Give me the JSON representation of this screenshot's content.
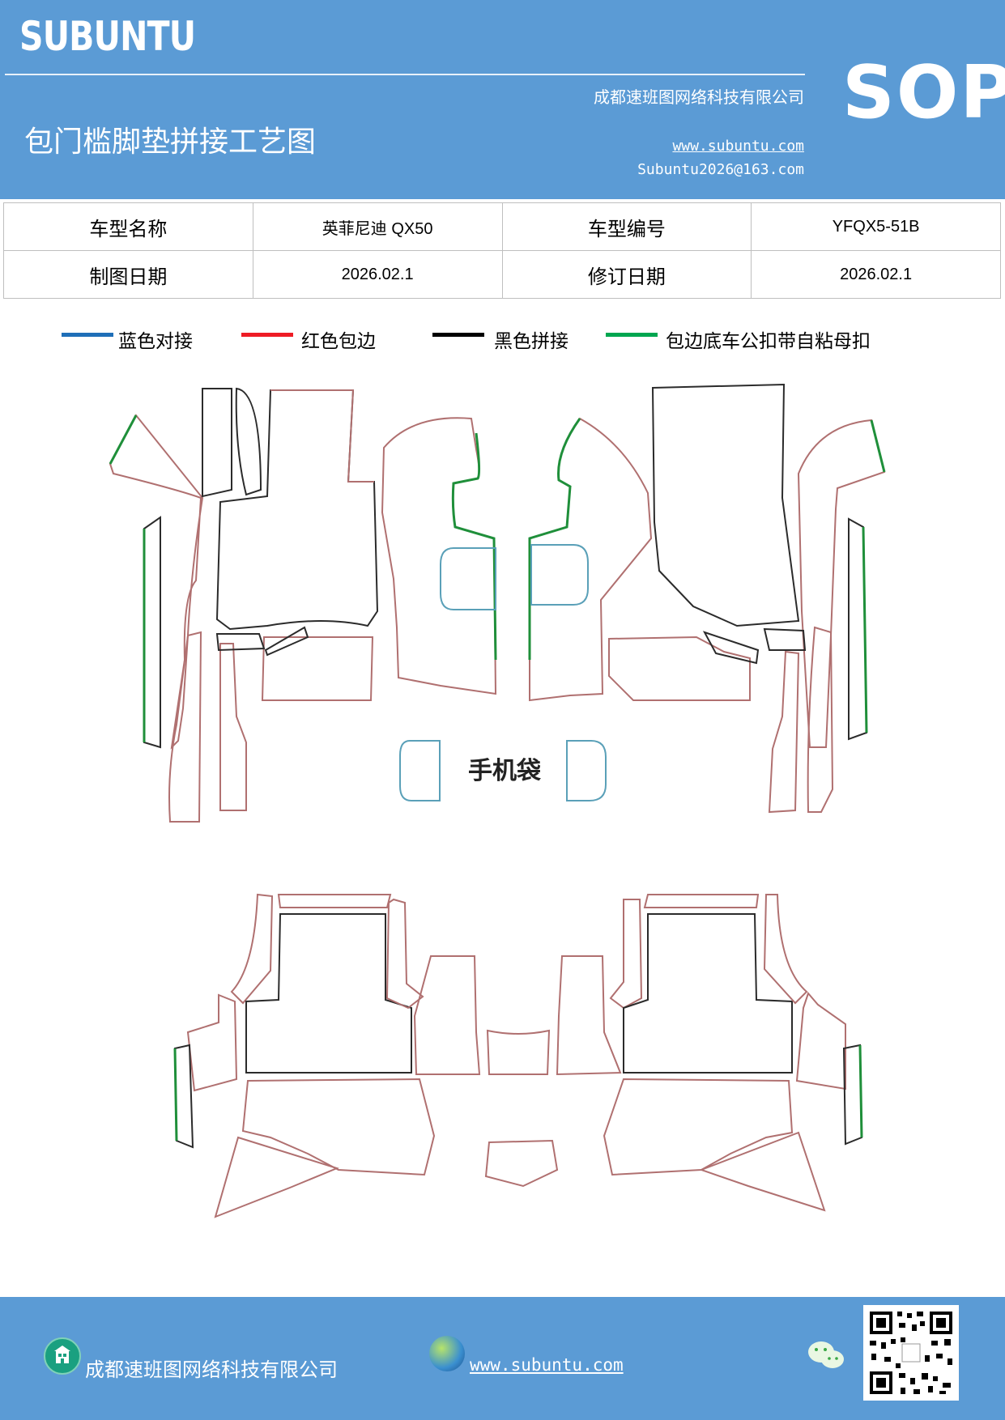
{
  "header": {
    "brand": "SUBUNTU",
    "company": "成都速班图网络科技有限公司",
    "title": "包门槛脚垫拼接工艺图",
    "website": "www.subuntu.com",
    "email": "Subuntu2026@163.com",
    "badge": "SOP"
  },
  "info": {
    "model_name_label": "车型名称",
    "model_name_value": "英菲尼迪 QX50",
    "model_code_label": "车型编号",
    "model_code_value": "YFQX5-51B",
    "draw_date_label": "制图日期",
    "draw_date_value": "2026.02.1",
    "revise_date_label": "修订日期",
    "revise_date_value": "2026.02.1"
  },
  "legend": [
    {
      "label": "蓝色对接",
      "color": "#1f6fb8"
    },
    {
      "label": "红色包边",
      "color": "#ee1c25"
    },
    {
      "label": "黑色拼接",
      "color": "#000000"
    },
    {
      "label": "包边底车公扣带自粘母扣",
      "color": "#00a650"
    }
  ],
  "diagram": {
    "phone_pocket_label": "手机袋",
    "colors": {
      "black": "#2b2b2b",
      "red": "#b07070",
      "green": "#1f8f3a",
      "blue": "#5aa0b8"
    }
  },
  "footer": {
    "company": "成都速班图网络科技有限公司",
    "website": "www.subuntu.com",
    "icons": [
      "company-icon",
      "globe-icon",
      "wechat-icon",
      "qr-code"
    ]
  }
}
